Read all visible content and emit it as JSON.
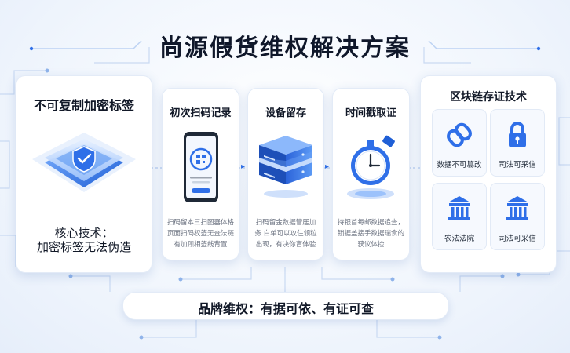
{
  "title": "尚源假货维权解决方案",
  "left_panel": {
    "title": "不可复制加密标签",
    "core_line1": "核心技术：",
    "core_line2": "加密标签无法伪造"
  },
  "steps": [
    {
      "title": "初次扫码记录",
      "desc": "扫码留本三扫图器体格 页面扫码权签无查法链 有加顾相签线背置"
    },
    {
      "title": "设备留存",
      "desc": "扫码留金数据管居加务 白单可以攻住领粒出现，有决你盲体验"
    },
    {
      "title": "时间戳取证",
      "desc": "持银首每邮数据追查， 锁据盖接手数据瑞食的 获议体捡"
    }
  ],
  "right_panel": {
    "title": "区块链存证技术",
    "tiles": [
      {
        "label": "数据不可篡改",
        "icon": "chain-link-icon"
      },
      {
        "label": "司法可采信",
        "icon": "lock-icon"
      },
      {
        "label": "农法法院",
        "icon": "courthouse-icon"
      },
      {
        "label": "司法可采信",
        "icon": "courthouse-icon"
      }
    ]
  },
  "footer": "品牌维权：有据可依、有证可查",
  "colors": {
    "accent": "#2f6fe8",
    "light_accent": "#cfe0fb",
    "dark_text": "#111827"
  }
}
